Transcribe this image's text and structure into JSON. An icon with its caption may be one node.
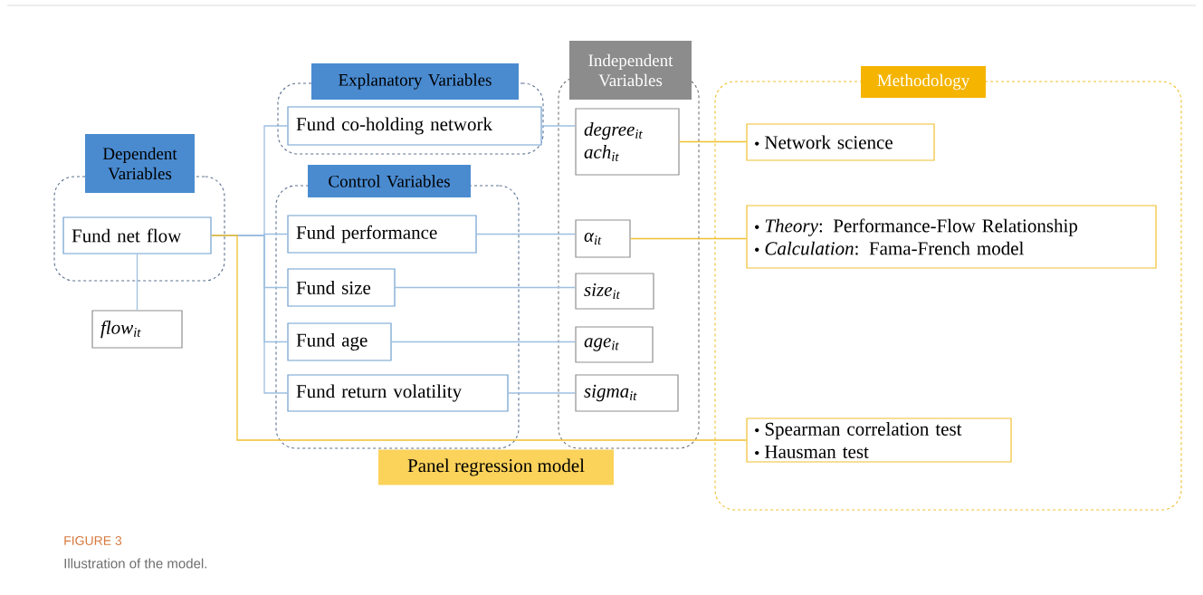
{
  "diagram": {
    "caption": "Illustration of the model.",
    "nodes": [
      {
        "text": [
          "Dependent Variables"
        ]
      },
      {
        "text": [
          "Fund net flow"
        ],
        "in": 0
      },
      {
        "text": [
          "flow$_{it}$"
        ]
      },
      {
        "text": [
          "Explanatory Variables"
        ]
      },
      {
        "text": [
          "Fund co-holding network"
        ],
        "in": 3
      },
      {
        "text": [
          "Control Variables"
        ]
      },
      {
        "text": [
          "Fund performance"
        ],
        "in": 5
      },
      {
        "text": [
          "Fund size"
        ],
        "in": 5
      },
      {
        "text": [
          "Fund age"
        ],
        "in": 5
      },
      {
        "text": [
          "Fund return volatility"
        ],
        "in": 5
      },
      {
        "text": [
          "Independent Variables"
        ]
      },
      {
        "text": [
          "degree$_{it}$",
          "ach$_{it}$"
        ],
        "in": 10
      },
      {
        "text": [
          "α$_{it}$"
        ],
        "in": 10
      },
      {
        "text": [
          "size$_{it}$"
        ],
        "in": 10
      },
      {
        "text": [
          "age$_{it}$"
        ],
        "in": 10
      },
      {
        "text": [
          "sigma$_{it}$"
        ],
        "in": 10
      },
      {
        "text": [
          "Methodology"
        ]
      },
      {
        "text": [
          "Network science"
        ],
        "in": 16
      },
      {
        "text": [
          "*Theory*: Performance-Flow Relationship",
          "*Calculation*: Fama-French model"
        ],
        "in": 16
      },
      {
        "text": [
          "Spearman correlation test",
          "Hausman test"
        ],
        "in": 16
      }
    ],
    "edges": [
      {
        "from": 1,
        "to": 2,
        "arrow": "none"
      },
      {
        "from": 1,
        "to": 4,
        "arrow": "none"
      },
      {
        "from": 1,
        "to": 6,
        "arrow": "none"
      },
      {
        "from": 1,
        "to": 7,
        "arrow": "none"
      },
      {
        "from": 1,
        "to": 8,
        "arrow": "none"
      },
      {
        "from": 1,
        "to": 9,
        "arrow": "none"
      },
      {
        "from": 4,
        "to": 11,
        "arrow": "none"
      },
      {
        "from": 6,
        "to": 12,
        "arrow": "none"
      },
      {
        "from": 7,
        "to": 13,
        "arrow": "none"
      },
      {
        "from": 8,
        "to": 14,
        "arrow": "none"
      },
      {
        "from": 9,
        "to": 15,
        "arrow": "none"
      },
      {
        "from": 11,
        "to": 17,
        "arrow": "none",
        "color": "#f0c030"
      },
      {
        "from": 12,
        "to": 18,
        "arrow": "none",
        "color": "#f0c030"
      },
      {
        "from": 1,
        "to": 19,
        "arrow": "none",
        "color": "#f0c030",
        "label": "Panel regression model"
      }
    ],
    "labels": [
      "FIGURE 3"
    ]
  }
}
